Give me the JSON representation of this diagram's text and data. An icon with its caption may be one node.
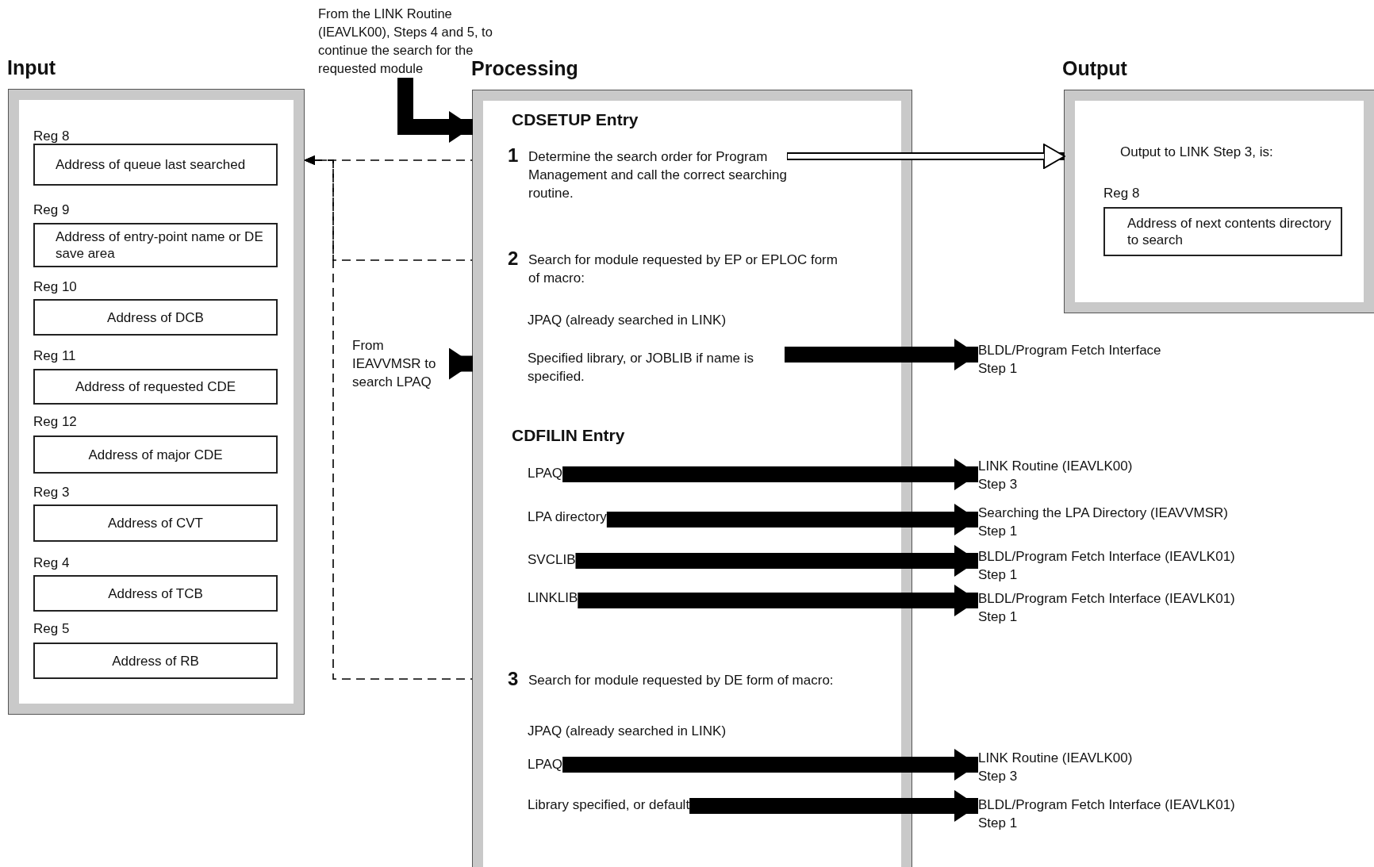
{
  "diagram": {
    "nodes": [
      {
        "text": [
          "Input"
        ]
      },
      {
        "text": [
          "Reg 8",
          "Address of queue last searched"
        ],
        "in": 0
      },
      {
        "text": [
          "Reg 9",
          "Address of entry-point name or DE save area"
        ],
        "in": 0
      },
      {
        "text": [
          "Reg 10",
          "Address of DCB"
        ],
        "in": 0
      },
      {
        "text": [
          "Reg 11",
          "Address of requested CDE"
        ],
        "in": 0
      },
      {
        "text": [
          "Reg 12",
          "Address of major CDE"
        ],
        "in": 0
      },
      {
        "text": [
          "Reg 3",
          "Address of CVT"
        ],
        "in": 0
      },
      {
        "text": [
          "Reg 4",
          "Address of TCB"
        ],
        "in": 0
      },
      {
        "text": [
          "Reg 5",
          "Address of RB"
        ],
        "in": 0
      },
      {
        "text": [
          "From the LINK Routine (IEAVLK00), Steps 4 and 5, to continue the search for the requested module"
        ]
      },
      {
        "text": [
          "Processing"
        ]
      },
      {
        "text": [
          "1",
          "Determine the search order for Program Management and call the correct searching routine."
        ],
        "in": 10
      },
      {
        "text": [
          "2",
          "Search for module requested by EP or EPLOC form of macro:"
        ],
        "in": 10
      },
      {
        "text": [
          "Specified library, or JOBLIB if name is specified."
        ],
        "in": 10
      },
      {
        "text": [
          "From IEAVVMSR to search LPAQ"
        ]
      },
      {
        "text": [
          "LPAQ"
        ],
        "in": 10
      },
      {
        "text": [
          "LPA directory"
        ],
        "in": 10
      },
      {
        "text": [
          "SVCLIB"
        ],
        "in": 10
      },
      {
        "text": [
          "LINKLIB"
        ],
        "in": 10
      },
      {
        "text": [
          "3",
          "Search for module requested by DE form of macro:"
        ],
        "in": 10
      },
      {
        "text": [
          "LPAQ"
        ],
        "in": 10
      },
      {
        "text": [
          "Library specified, or default"
        ],
        "in": 10
      },
      {
        "text": [
          "Output",
          "Output to LINK Step 3, is:"
        ]
      },
      {
        "text": [
          "Reg 8",
          "Address of next contents directory to search"
        ],
        "in": 22
      },
      {
        "text": [
          "BLDL/Program Fetch Interface",
          "Step 1"
        ]
      },
      {
        "text": [
          "LINK Routine (IEAVLK00)",
          "Step 3"
        ]
      },
      {
        "text": [
          "Searching the LPA Directory (IEAVVMSR)",
          "Step 1"
        ]
      },
      {
        "text": [
          "BLDL/Program Fetch Interface (IEAVLK01)",
          "Step 1"
        ]
      },
      {
        "text": [
          "BLDL/Program Fetch Interface (IEAVLK01)",
          "Step 1"
        ]
      },
      {
        "text": [
          "LINK Routine (IEAVLK00)",
          "Step 3"
        ]
      },
      {
        "text": [
          "BLDL/Program Fetch Interface (IEAVLK01)",
          "Step 1"
        ]
      }
    ],
    "edges": [
      {
        "from": 9,
        "to": 10,
        "arrow": "to"
      },
      {
        "from": 14,
        "to": 10,
        "arrow": "to"
      },
      {
        "from": 11,
        "to": 22,
        "arrow": "to"
      },
      {
        "from": 11,
        "to": 0,
        "arrow": "to",
        "style": "dashed"
      },
      {
        "from": 12,
        "to": 0,
        "arrow": "to",
        "style": "dashed"
      },
      {
        "from": 19,
        "to": 0,
        "arrow": "to",
        "style": "dashed"
      },
      {
        "from": 13,
        "to": 24,
        "arrow": "to"
      },
      {
        "from": 15,
        "to": 25,
        "arrow": "to"
      },
      {
        "from": 16,
        "to": 26,
        "arrow": "to"
      },
      {
        "from": 17,
        "to": 27,
        "arrow": "to"
      },
      {
        "from": 18,
        "to": 28,
        "arrow": "to"
      },
      {
        "from": 20,
        "to": 29,
        "arrow": "to"
      },
      {
        "from": 21,
        "to": 30,
        "arrow": "to"
      }
    ],
    "labels": [
      "CDSETUP Entry",
      "JPAQ (already searched in LINK)",
      "CDFILIN Entry",
      "JPAQ (already searched in LINK)"
    ]
  }
}
